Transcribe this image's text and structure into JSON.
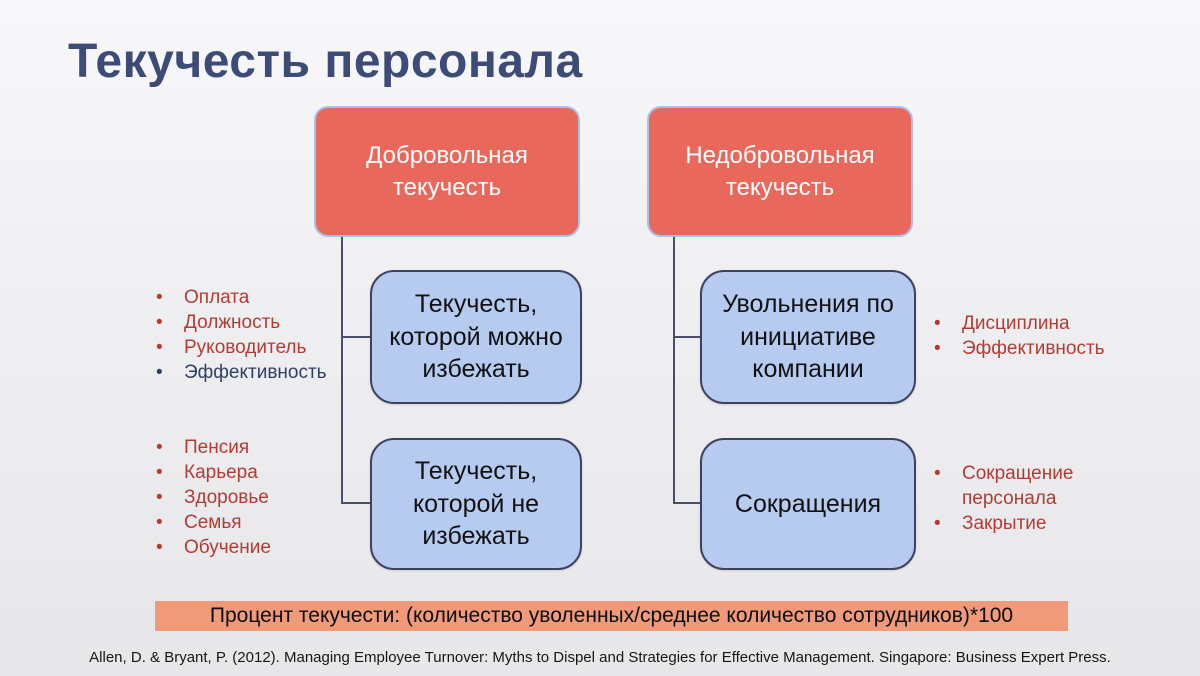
{
  "title": "Текучесть персонала",
  "diagram": {
    "voluntary": {
      "root": "Добровольная текучесть",
      "children": [
        "Текучесть, которой можно избежать",
        "Текучесть, которой не избежать"
      ]
    },
    "involuntary": {
      "root": "Недобровольная текучесть",
      "children": [
        "Увольнения по инициативе компании",
        "Сокращения"
      ]
    }
  },
  "bullets": {
    "avoidable_causes": {
      "items": [
        {
          "text": "Оплата",
          "color": "red"
        },
        {
          "text": "Должность",
          "color": "red"
        },
        {
          "text": "Руководитель",
          "color": "red"
        },
        {
          "text": "Эффективность",
          "color": "navy"
        }
      ]
    },
    "unavoidable_causes": {
      "items": [
        {
          "text": "Пенсия",
          "color": "red"
        },
        {
          "text": "Карьера",
          "color": "red"
        },
        {
          "text": "Здоровье",
          "color": "red"
        },
        {
          "text": "Семья",
          "color": "red"
        },
        {
          "text": "Обучение",
          "color": "red"
        }
      ]
    },
    "dismissal_causes": {
      "items": [
        {
          "text": "Дисциплина",
          "color": "red"
        },
        {
          "text": "Эффективность",
          "color": "red"
        }
      ]
    },
    "layoff_causes": {
      "items": [
        {
          "text": "Сокращение персонала",
          "color": "red"
        },
        {
          "text": "Закрытие",
          "color": "red"
        }
      ]
    }
  },
  "formula": "Процент текучести: (количество уволенных/среднее количество сотрудников)*100",
  "citation": "Allen, D. & Bryant, P. (2012). Managing Employee Turnover: Myths to Dispel and Strategies for Effective Management.  Singapore: Business Expert Press.",
  "colors": {
    "title_text": "#3d4b77",
    "root_box_fill": "#e8695c",
    "root_box_border": "#abc0e9",
    "root_box_text": "#ffffff",
    "child_box_fill": "#b7cbf0",
    "child_box_border": "#3e425e",
    "connector": "#4a4e68",
    "bullet_red": "#b43b32",
    "bullet_navy": "#2d4166",
    "formula_highlight": "#f09a7a",
    "background_top": "#f8f8fa",
    "background_bottom": "#e7e7ea"
  }
}
